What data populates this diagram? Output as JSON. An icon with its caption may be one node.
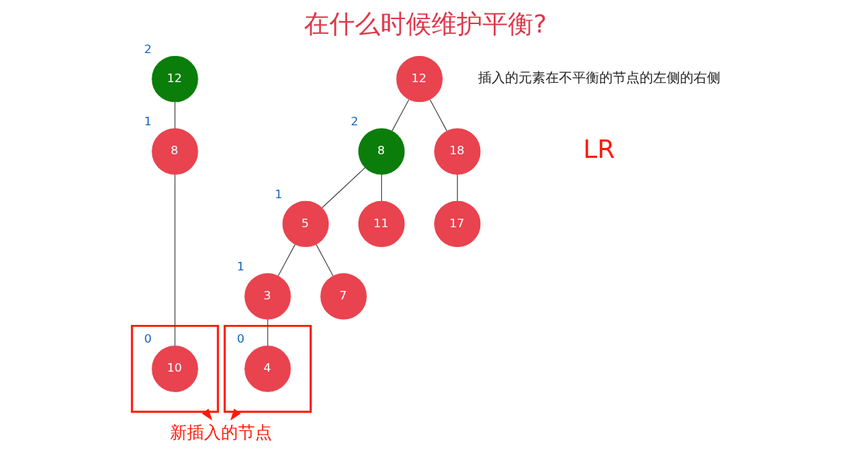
{
  "diagram": {
    "title": "在什么时候维护平衡?",
    "nodes": [
      {
        "text": [
          "12"
        ],
        "beside": [
          "2"
        ]
      },
      {
        "text": [
          "8"
        ],
        "beside": [
          "1"
        ]
      },
      {
        "text": [],
        "shape": "box"
      },
      {
        "text": [
          "10"
        ],
        "beside": [
          "0"
        ],
        "in": 2
      },
      {
        "text": [
          "12"
        ]
      },
      {
        "text": [
          "8"
        ],
        "beside": [
          "2"
        ]
      },
      {
        "text": [
          "18"
        ]
      },
      {
        "text": [
          "5"
        ],
        "beside": [
          "1"
        ]
      },
      {
        "text": [
          "11"
        ]
      },
      {
        "text": [
          "17"
        ]
      },
      {
        "text": [
          "3"
        ],
        "beside": [
          "1"
        ]
      },
      {
        "text": [
          "7"
        ]
      },
      {
        "text": [],
        "shape": "box"
      },
      {
        "text": [
          "4"
        ],
        "beside": [
          "0"
        ],
        "in": 12
      },
      {
        "text": [
          "新插入的节点"
        ]
      }
    ],
    "edges": [
      {
        "from": 0,
        "to": 1,
        "arrow": "none"
      },
      {
        "from": 1,
        "to": 3,
        "arrow": "none"
      },
      {
        "from": 4,
        "to": 5,
        "arrow": "none"
      },
      {
        "from": 4,
        "to": 6,
        "arrow": "none"
      },
      {
        "from": 5,
        "to": 7,
        "arrow": "none"
      },
      {
        "from": 5,
        "to": 8,
        "arrow": "none"
      },
      {
        "from": 6,
        "to": 9,
        "arrow": "none"
      },
      {
        "from": 7,
        "to": 10,
        "arrow": "none"
      },
      {
        "from": 7,
        "to": 11,
        "arrow": "none"
      },
      {
        "from": 10,
        "to": 13,
        "arrow": "none"
      },
      {
        "from": 2,
        "to": 14,
        "arrow": "to",
        "color": "#ff1a0a"
      },
      {
        "from": 12,
        "to": 14,
        "arrow": "to",
        "color": "#ff1a0a"
      }
    ],
    "labels": [
      "插入的元素在不平衡的节点的左侧的右侧",
      "LR"
    ]
  }
}
